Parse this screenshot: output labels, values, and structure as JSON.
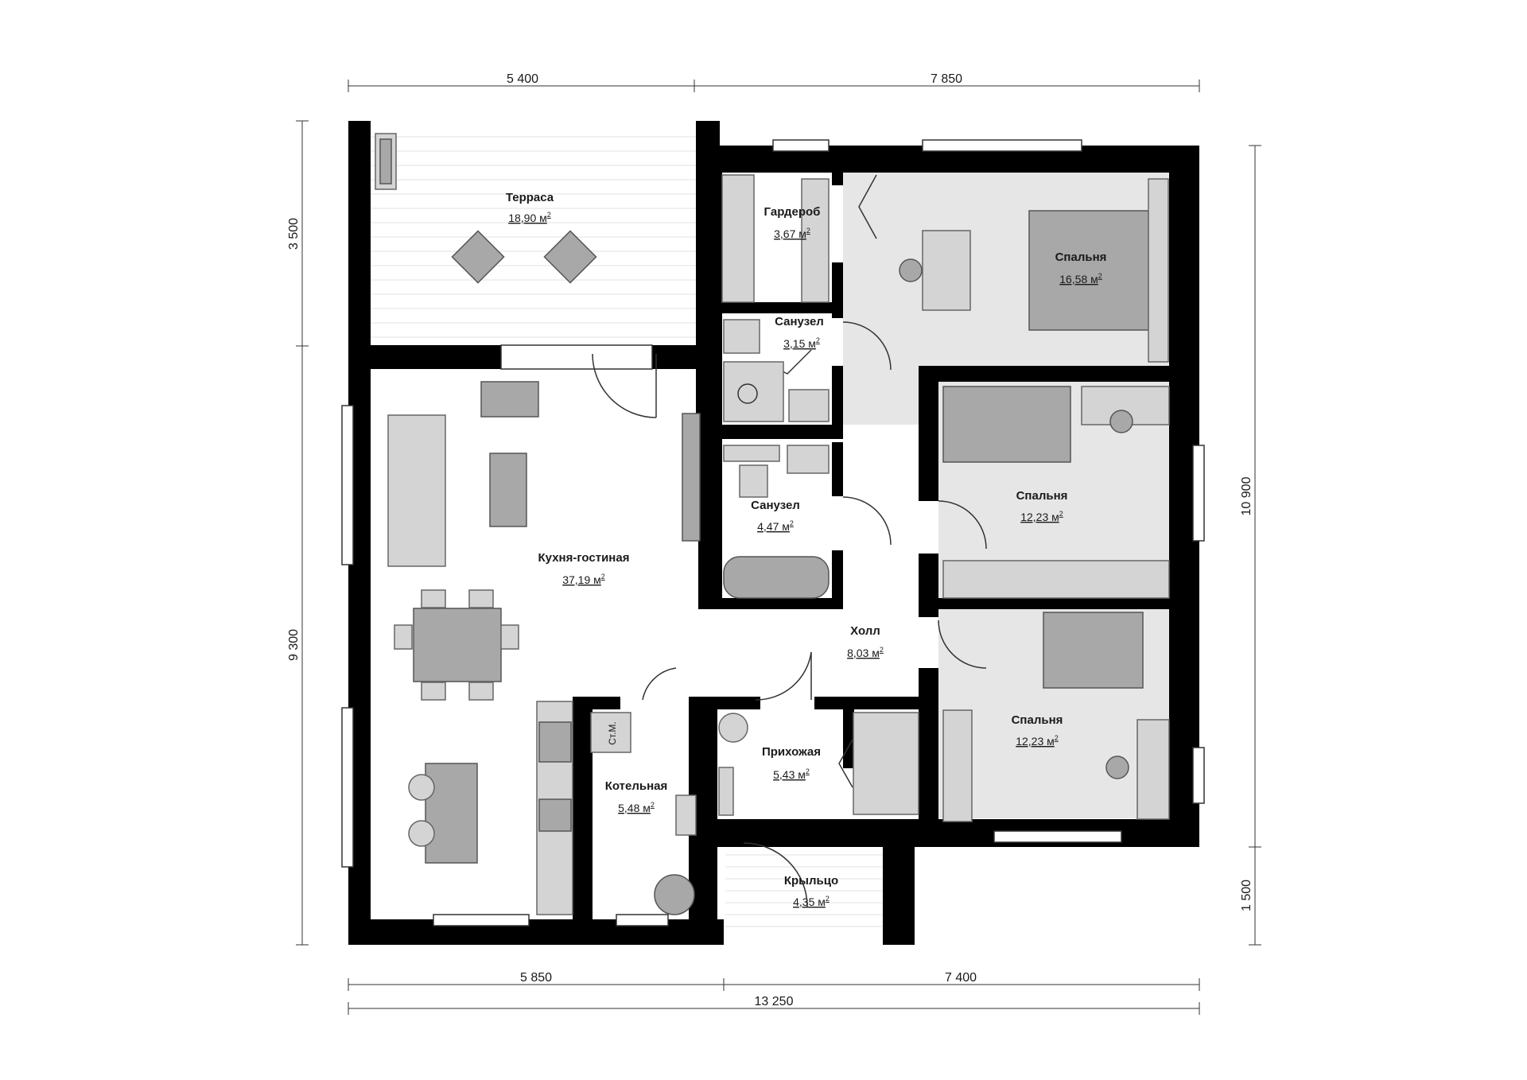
{
  "dimensions": {
    "top_left": "5 400",
    "top_right": "7 850",
    "bottom_left": "5 850",
    "bottom_right": "7 400",
    "bottom_total": "13 250",
    "left_top": "3 500",
    "left_bottom": "9 300",
    "right_top": "10 900",
    "right_bottom": "1 500"
  },
  "rooms": {
    "terrace": {
      "name": "Терраса",
      "area": "18,90 м",
      "unit_sup": "2"
    },
    "wardrobe": {
      "name": "Гардероб",
      "area": "3,67 м",
      "unit_sup": "2"
    },
    "bedroom1": {
      "name": "Спальня",
      "area": "16,58 м",
      "unit_sup": "2"
    },
    "bath1": {
      "name": "Санузел",
      "area": "3,15 м",
      "unit_sup": "2"
    },
    "bath2": {
      "name": "Санузел",
      "area": "4,47 м",
      "unit_sup": "2"
    },
    "bedroom2": {
      "name": "Спальня",
      "area": "12,23 м",
      "unit_sup": "2"
    },
    "kitchen": {
      "name": "Кухня-гостиная",
      "area": "37,19 м",
      "unit_sup": "2"
    },
    "hall": {
      "name": "Холл",
      "area": "8,03 м",
      "unit_sup": "2"
    },
    "bedroom3": {
      "name": "Спальня",
      "area": "12,23 м",
      "unit_sup": "2"
    },
    "entry": {
      "name": "Прихожая",
      "area": "5,43 м",
      "unit_sup": "2"
    },
    "boiler": {
      "name": "Котельная",
      "area": "5,48 м",
      "unit_sup": "2"
    },
    "porch": {
      "name": "Крыльцо",
      "area": "4,35 м",
      "unit_sup": "2"
    }
  },
  "labels": {
    "washer": "Ст.М."
  }
}
